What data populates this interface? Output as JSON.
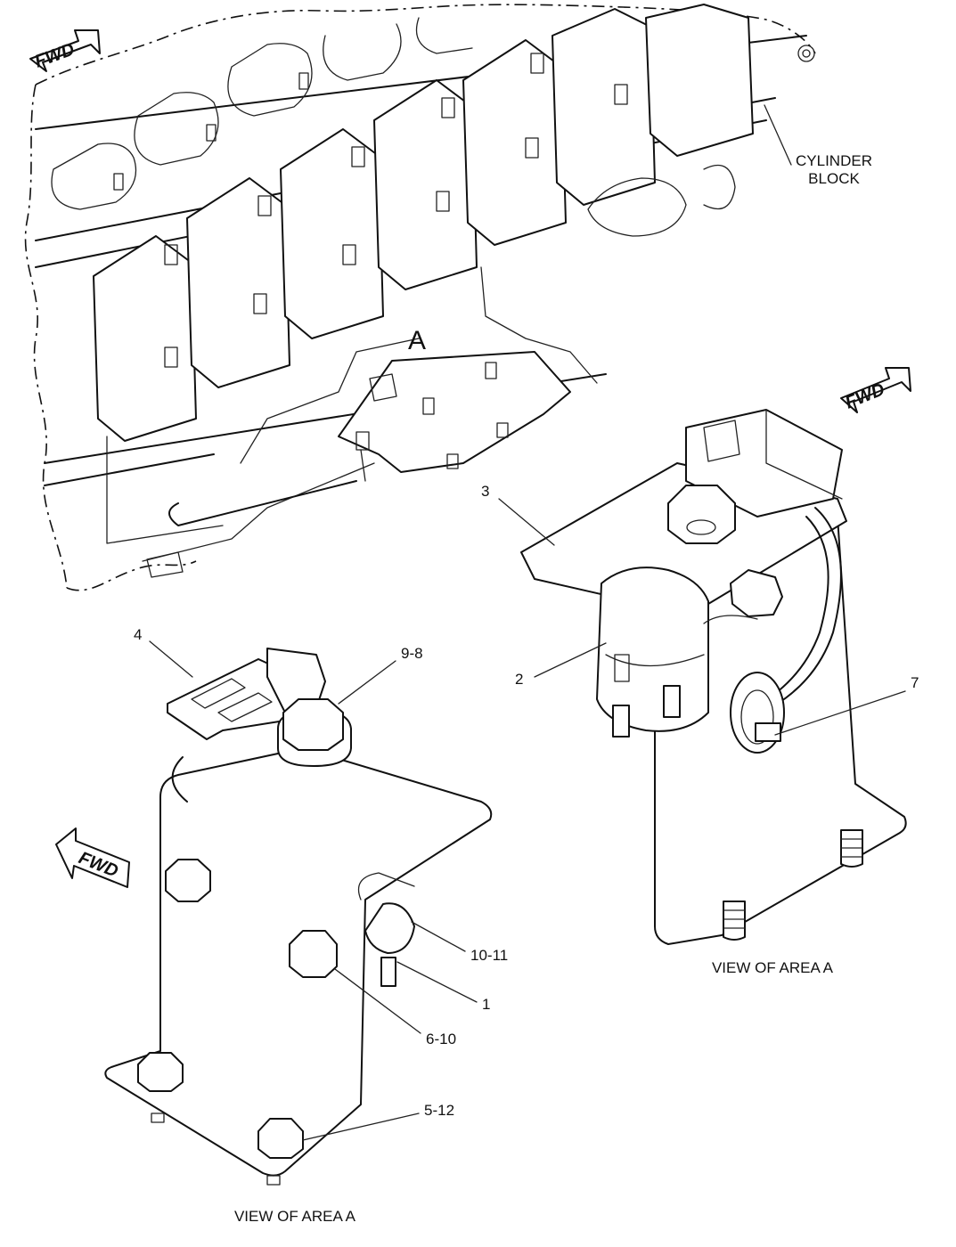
{
  "labels": {
    "cylinder_block_line1": "CYLINDER",
    "cylinder_block_line2": "BLOCK",
    "area_a": "A",
    "fwd": "FWD",
    "callout_1": "1",
    "callout_2": "2",
    "callout_3": "3",
    "callout_4": "4",
    "callout_7": "7",
    "callout_9_8": "9-8",
    "callout_10_11": "10-11",
    "callout_6_10": "6-10",
    "callout_5_12": "5-12",
    "view_right": "VIEW OF AREA A",
    "view_left": "VIEW OF AREA A"
  },
  "icons": {
    "fwd_arrow": "fwd-arrow-icon"
  }
}
